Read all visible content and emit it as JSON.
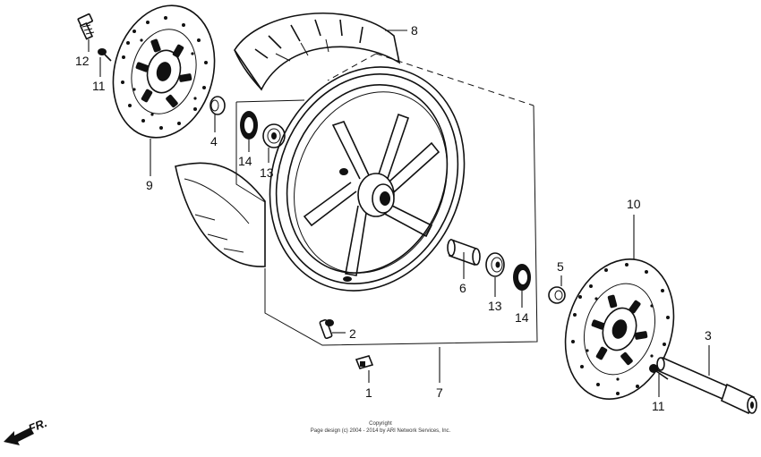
{
  "callouts": {
    "c1": "1",
    "c2": "2",
    "c3": "3",
    "c4": "4",
    "c5": "5",
    "c6": "6",
    "c7": "7",
    "c8": "8",
    "c9": "9",
    "c10": "10",
    "c11a": "11",
    "c11b": "11",
    "c12": "12",
    "c13a": "13",
    "c13b": "13",
    "c14a": "14",
    "c14b": "14"
  },
  "direction_label": "FR.",
  "copyright": {
    "line1": "Copyright",
    "line2": "Page design (c) 2004 - 2014 by ARI Network Services, Inc."
  }
}
